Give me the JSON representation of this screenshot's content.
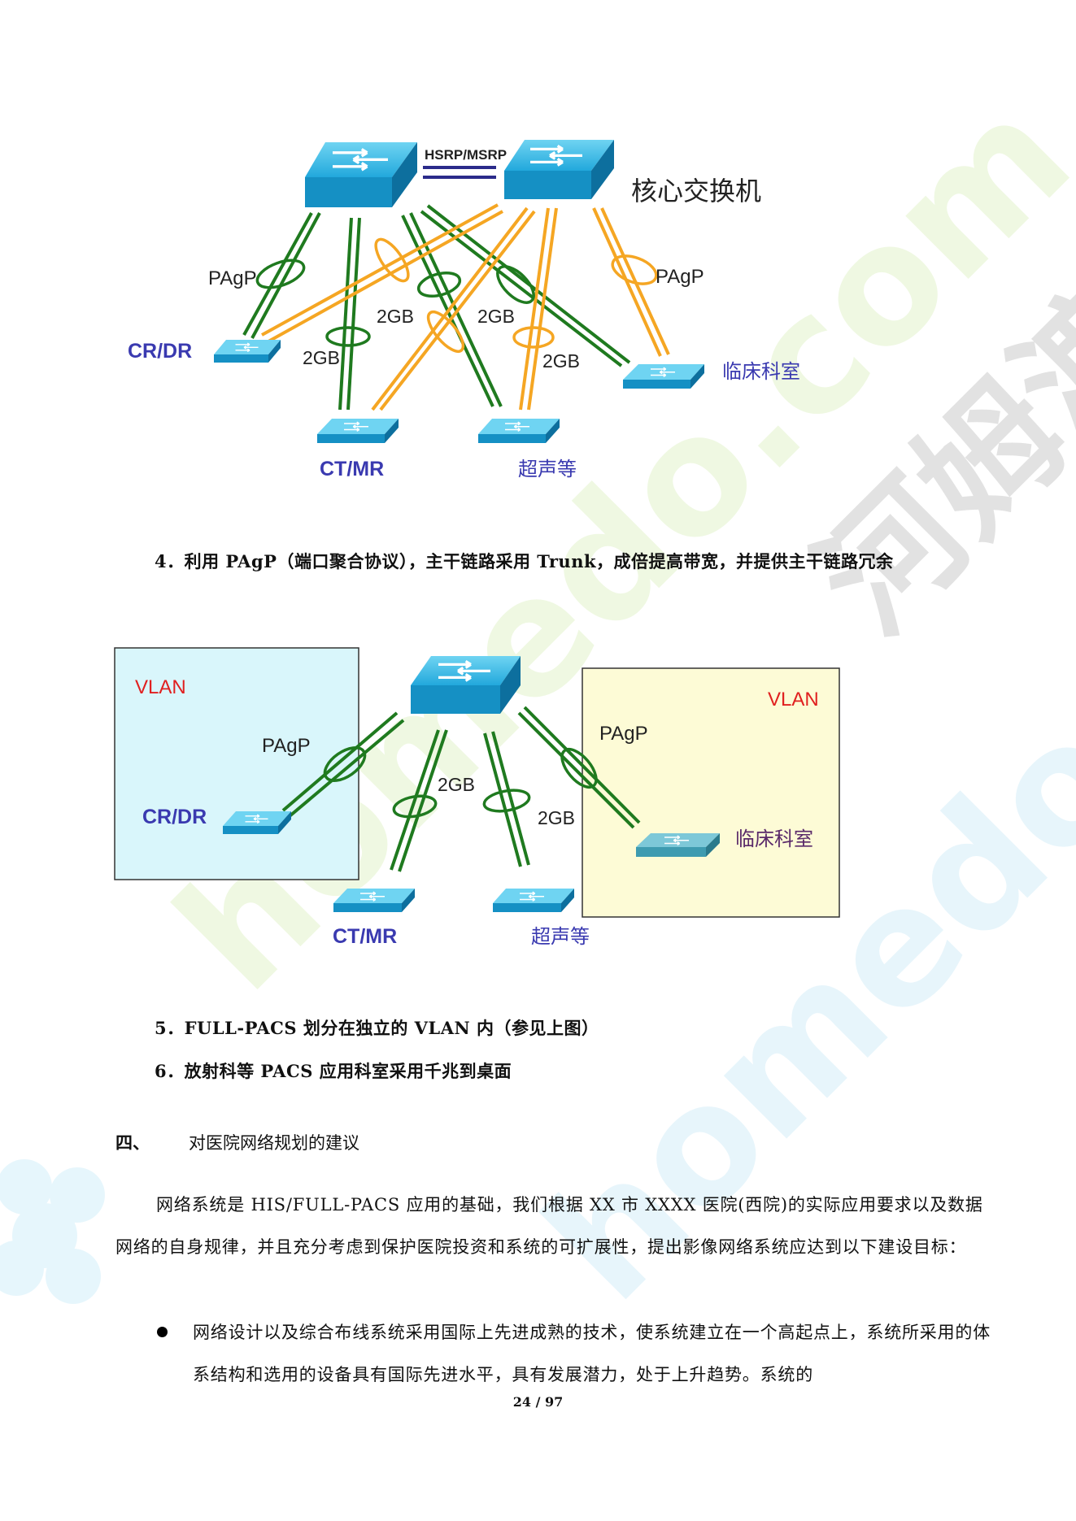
{
  "diagram1": {
    "redundancy_label": "HSRP/MSRP",
    "core_label": "核心交换机",
    "pagp_left": "PAgP",
    "pagp_right": "PAgP",
    "bw_a": "2GB",
    "bw_b": "2GB",
    "bw_c": "2GB",
    "bw_d": "2GB",
    "node_crdr": "CR/DR",
    "node_ctmr": "CT/MR",
    "node_ultrasound": "超声等",
    "node_clinic": "临床科室"
  },
  "caption4": "4．利用 PAgP（端口聚合协议），主干链路采用 Trunk，成倍提高带宽，并提供主干链路冗余",
  "diagram2": {
    "vlan_left": "VLAN",
    "vlan_right": "VLAN",
    "pagp_left": "PAgP",
    "pagp_right": "PAgP",
    "bw_a": "2GB",
    "bw_b": "2GB",
    "node_crdr": "CR/DR",
    "node_ctmr": "CT/MR",
    "node_ultrasound": "超声等",
    "node_clinic": "临床科室"
  },
  "caption5": "5．FULL-PACS 划分在独立的 VLAN 内（参见上图）",
  "caption6": "6．放射科等 PACS 应用科室采用千兆到桌面",
  "section": {
    "number": "四、",
    "title": "对医院网络规划的建议"
  },
  "paragraph1": "网络系统是 HIS/FULL-PACS 应用的基础，我们根据 XX 市 XXXX 医院(西院)的实际应用要求以及数据网络的自身规律，并且充分考虑到保护医院投资和系统的可扩展性，提出影像网络系统应达到以下建设目标：",
  "bullet1": "网络设计以及综合布线系统采用国际上先进成熟的技术，使系统建立在一个高起点上，系统所采用的体系结构和选用的设备具有国际先进水平，具有发展潜力，处于上升趋势。系统的",
  "page_number": "24 / 97",
  "watermark": {
    "brand_en": "homedo.com",
    "brand_cn": "河姆渡"
  },
  "colors": {
    "green_link": "#1f7a1f",
    "orange_link": "#f5a623",
    "switch_blue": "#1ba3d6",
    "label_blue": "#3a3ab0",
    "vlan_red": "#e02020",
    "vlan_left_bg": "#d9f6fb",
    "vlan_right_bg": "#fdfbd6"
  }
}
